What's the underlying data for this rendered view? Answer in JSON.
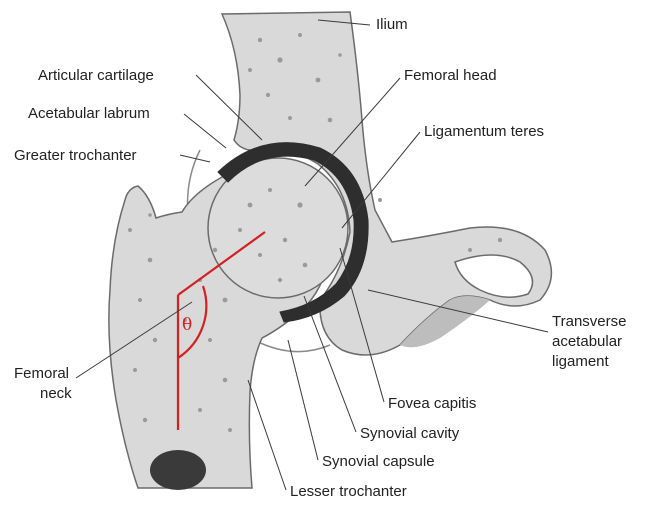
{
  "colors": {
    "bone_fill": "#d9d9d9",
    "bone_outline": "#6b6b6b",
    "cartilage": "#3a3a3a",
    "leader_line": "#3a3a3a",
    "angle_lines": "#d42020",
    "text": "#222222"
  },
  "labels": {
    "ilium": "Ilium",
    "articular_cartilage": "Articular cartilage",
    "femoral_head": "Femoral head",
    "acetabular_labrum": "Acetabular labrum",
    "ligamentum_teres": "Ligamentum teres",
    "greater_trochanter": "Greater trochanter",
    "transverse_line1": "Transverse",
    "transverse_line2": "acetabular",
    "transverse_line3": "ligament",
    "femoral_neck_line1": "Femoral",
    "femoral_neck_line2": "neck",
    "fovea_capitis": "Fovea capitis",
    "synovial_cavity": "Synovial cavity",
    "synovial_capsule": "Synovial capsule",
    "lesser_trochanter": "Lesser trochanter"
  },
  "angle_symbol": "θ"
}
